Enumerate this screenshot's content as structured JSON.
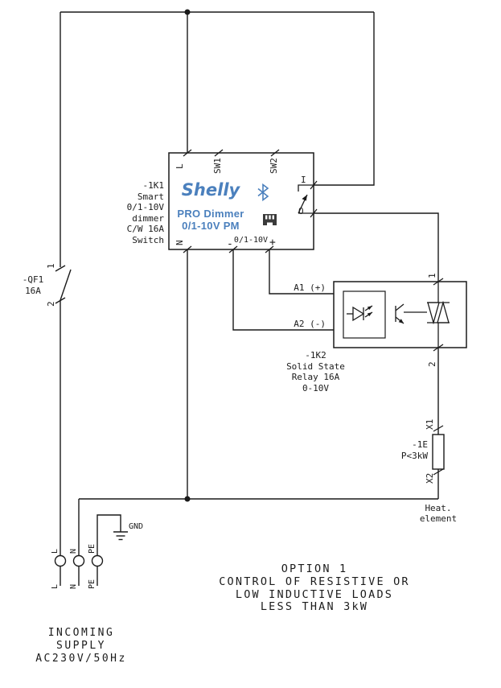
{
  "colors": {
    "wire": "#1a1a1a",
    "brand_blue": "#4b80bd",
    "text": "#1c1c1c"
  },
  "icons": {
    "wireless": "bluetooth-icon",
    "network": "ethernet-icon",
    "earth": "ground-icon"
  },
  "breaker": {
    "designation": "-QF1\n16A",
    "terminal_top": "1",
    "terminal_bottom": "2"
  },
  "dimmer": {
    "designation": "-1K1\nSmart\n0/1-10V\ndimmer\nC/W 16A\nSwitch",
    "brand": "Shelly",
    "model_line1": "PRO Dimmer",
    "model_line2": "0/1-10V PM",
    "terminal_l": "L",
    "terminal_n": "N",
    "terminal_sw1": "SW1",
    "terminal_sw2": "SW2",
    "terminal_i": "I",
    "terminal_o": "O",
    "analog_range": "0/1-10V",
    "analog_minus": "-",
    "analog_plus": "+"
  },
  "ssr": {
    "designation": "-1K2\nSolid State\nRelay 16A\n0-10V",
    "input_a1": "A1 (+)",
    "input_a2": "A2 (-)",
    "terminal_1": "1",
    "terminal_2": "2"
  },
  "heater": {
    "designation": "-1E\nP<3kW",
    "terminal_x1": "X1",
    "terminal_x2": "X2",
    "caption": "Heat.\nelement"
  },
  "supply": {
    "gnd_label": "GND",
    "l_label": "L",
    "n_label": "N",
    "pe_label": "PE",
    "caption": "INCOMING\nSUPPLY\nAC230V/50Hz"
  },
  "note": "OPTION 1\nCONTROL OF RESISTIVE OR\nLOW INDUCTIVE LOADS\nLESS THAN 3kW"
}
